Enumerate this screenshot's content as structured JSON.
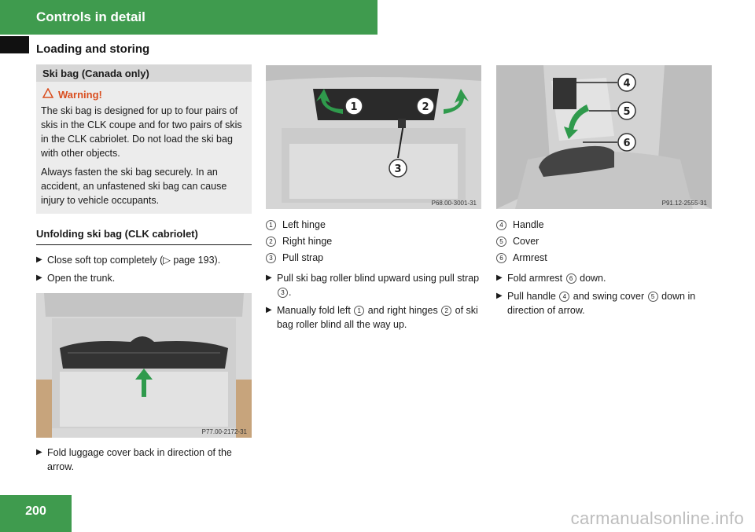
{
  "header": {
    "section_title": "Controls in detail",
    "subtitle": "Loading and storing"
  },
  "footer": {
    "page_number": "200",
    "watermark": "carmanualsonline.info"
  },
  "ski_bag": {
    "heading": "Ski bag (Canada only)",
    "warning": {
      "title": "Warning!",
      "para1": "The ski bag is designed for up to four pairs of skis in the CLK coupe and for two pairs of skis in the CLK cabriolet. Do not load the ski bag with other objects.",
      "para2": "Always fasten the ski bag securely. In an accident, an unfastened ski bag can cause injury to vehicle occupants."
    },
    "unfolding_heading": "Unfolding ski bag (CLK cabriolet)",
    "steps_top": [
      {
        "text_before": "Close soft top completely (",
        "ref": "▷",
        "text_after": " page 193)."
      },
      {
        "text": "Open the trunk."
      }
    ],
    "photo1_code": "P77.00-2172-31",
    "step_bottom": "Fold luggage cover back in direction of the arrow."
  },
  "middle": {
    "photo2_code": "P68.00-3001-31",
    "callouts": [
      "1",
      "2",
      "3"
    ],
    "legend": [
      {
        "num": "1",
        "label": "Left hinge"
      },
      {
        "num": "2",
        "label": "Right hinge"
      },
      {
        "num": "3",
        "label": "Pull strap"
      }
    ],
    "step1": {
      "before": "Pull ski bag roller blind upward using pull strap ",
      "ref": "3",
      "after": "."
    },
    "step2": {
      "before": "Manually fold left ",
      "ref1": "1",
      "mid": " and right hinges ",
      "ref2": "2",
      "after": " of ski bag roller blind all the way up."
    }
  },
  "right": {
    "photo3_code": "P91.12-2555-31",
    "callouts": [
      "4",
      "5",
      "6"
    ],
    "legend": [
      {
        "num": "4",
        "label": "Handle"
      },
      {
        "num": "5",
        "label": "Cover"
      },
      {
        "num": "6",
        "label": "Armrest"
      }
    ],
    "step1": {
      "before": "Fold armrest ",
      "ref": "6",
      "after": " down."
    },
    "step2": {
      "before": "Pull handle ",
      "ref1": "4",
      "mid": " and swing cover ",
      "ref2": "5",
      "after": " down in direction of arrow."
    }
  },
  "colors": {
    "header_green": "#3f9b4e",
    "warning_orange": "#d94e1f",
    "arrow_green": "#2f9a4c"
  }
}
